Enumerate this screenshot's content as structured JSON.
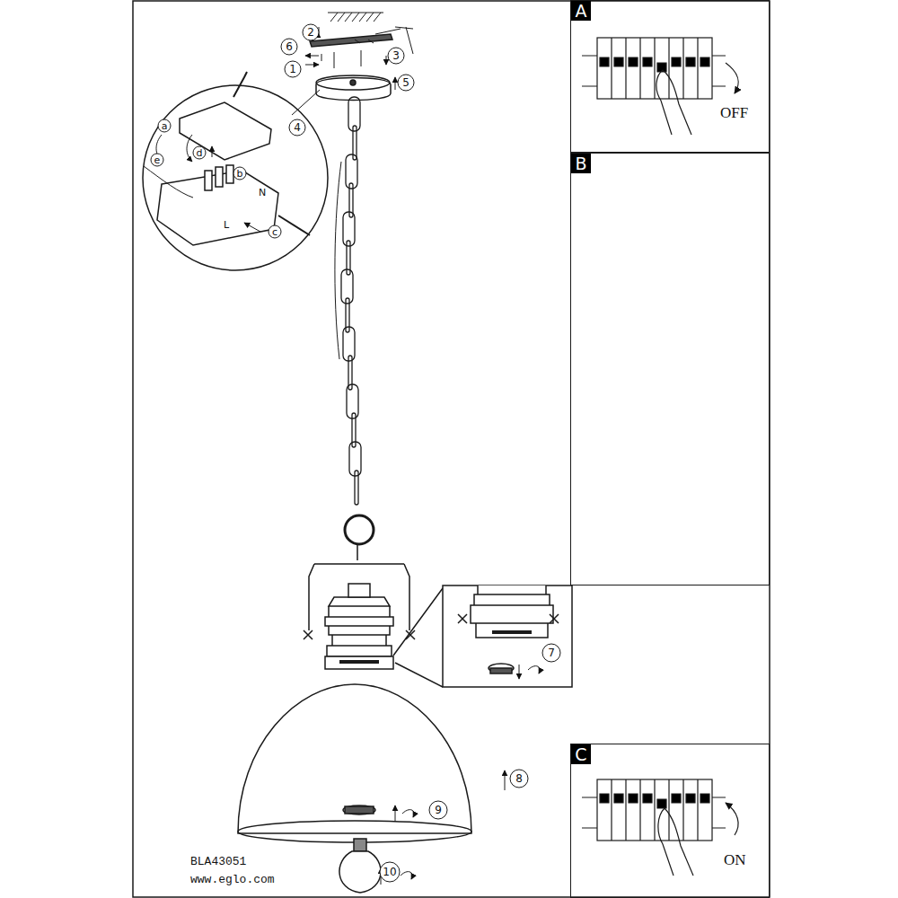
{
  "diagram": {
    "nodes": [
      {
        "text": [
          "A",
          "OFF"
        ]
      },
      {
        "text": [
          "B"
        ]
      },
      {
        "text": [
          "C",
          "ON"
        ]
      }
    ],
    "labels": [
      "2",
      "6",
      "1",
      "3",
      "5",
      "4",
      "a",
      "e",
      "d",
      "b",
      "c",
      "N",
      "L",
      "7",
      "8",
      "9",
      "10",
      "BLA43051",
      "www.eglo.com"
    ]
  }
}
